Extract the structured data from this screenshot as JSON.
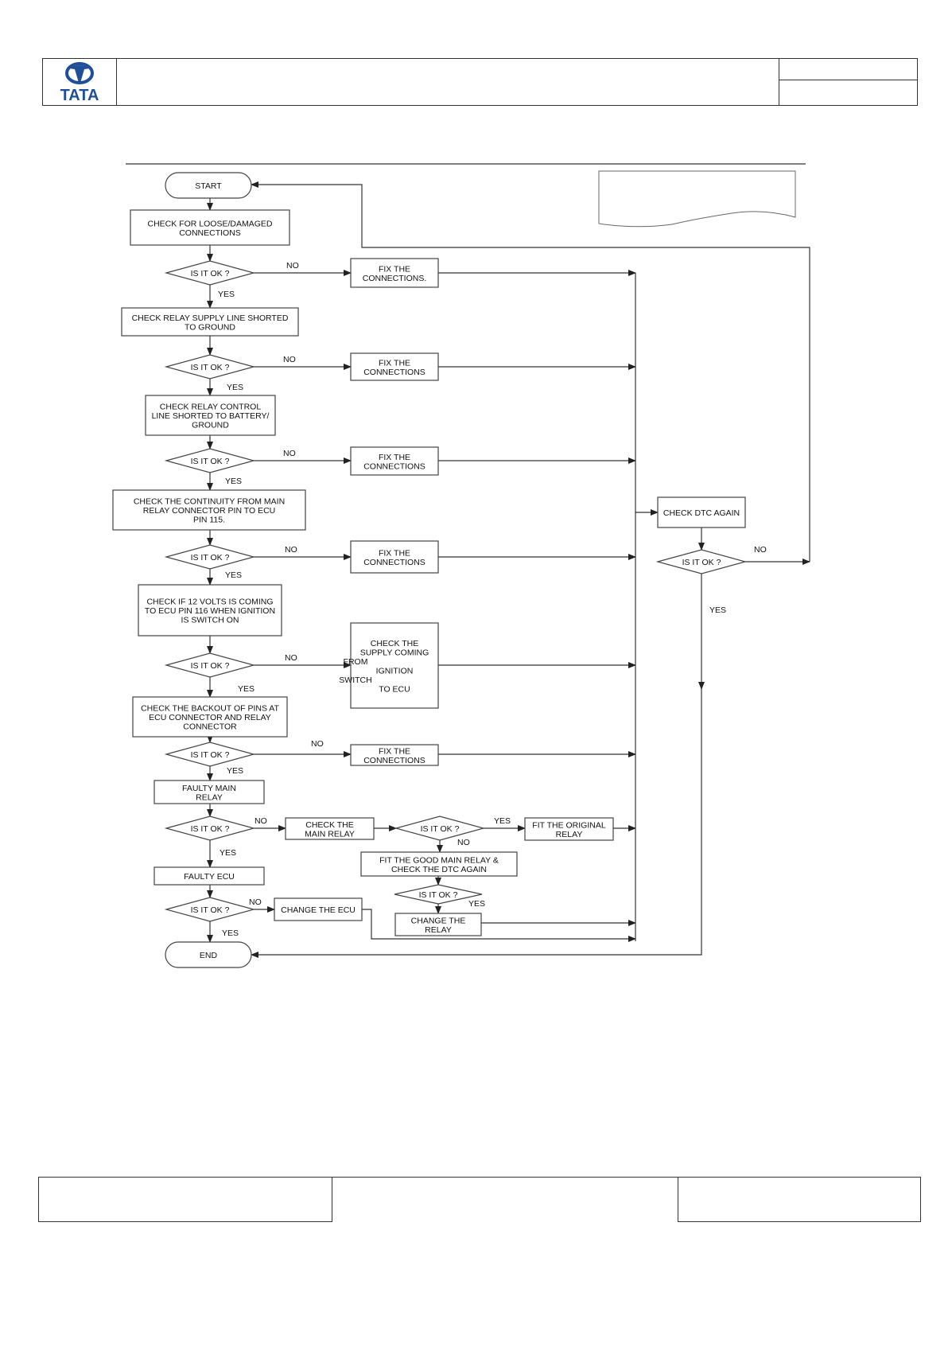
{
  "brand": {
    "logo_text": "TATA",
    "logo_color": "#1f4e9a"
  },
  "nodes": {
    "start": "START",
    "n1": [
      "CHECK FOR LOOSE/DAMAGED",
      "CONNECTIONS"
    ],
    "d1": "IS IT OK ?",
    "f1": [
      "FIX THE",
      "CONNECTIONS."
    ],
    "n2": [
      "CHECK RELAY SUPPLY LINE SHORTED",
      "TO GROUND"
    ],
    "d2": "IS IT OK ?",
    "f2": [
      "FIX THE",
      "CONNECTIONS"
    ],
    "n3": [
      "CHECK RELAY CONTROL",
      "LINE SHORTED TO BATTERY/",
      "GROUND"
    ],
    "d3": "IS IT OK ?",
    "f3": [
      "FIX THE",
      "CONNECTIONS"
    ],
    "n4": [
      "CHECK THE  CONTINUITY FROM MAIN",
      "RELAY CONNECTOR PIN TO ECU",
      "PIN 115."
    ],
    "d4": "IS IT OK ?",
    "f4": [
      "FIX THE",
      "CONNECTIONS"
    ],
    "n5": [
      "CHECK IF 12 VOLTS IS COMING",
      "TO ECU PIN 116 WHEN IGNITION",
      "IS SWITCH ON"
    ],
    "d5": "IS IT OK ?",
    "f5": [
      "CHECK THE",
      "SUPPLY COMING",
      "FROM",
      "IGNITION",
      "SWITCH",
      "TO ECU"
    ],
    "n6": [
      "CHECK THE  BACKOUT OF PINS AT",
      "ECU CONNECTOR AND RELAY",
      "CONNECTOR"
    ],
    "d6": "IS IT OK ?",
    "f6": [
      "FIX THE",
      "CONNECTIONS"
    ],
    "n7": [
      "FAULTY MAIN",
      "RELAY"
    ],
    "d7": "IS IT OK ?",
    "c7": [
      "CHECK THE",
      "MAIN RELAY"
    ],
    "d7b": "IS IT OK ?",
    "fit": [
      "FIT THE ORIGINAL",
      "RELAY"
    ],
    "good": [
      "FIT THE GOOD MAIN RELAY &",
      "CHECK THE DTC AGAIN"
    ],
    "d7c": "IS IT OK ?",
    "chg_relay": [
      "CHANGE THE",
      "RELAY"
    ],
    "n8": "FAULTY ECU",
    "d8": "IS IT OK ?",
    "chg_ecu": "CHANGE THE ECU",
    "end": "END",
    "dtc": "CHECK DTC AGAIN",
    "d9": "IS IT OK ?"
  },
  "labels": {
    "yes": "YES",
    "no": "NO"
  }
}
